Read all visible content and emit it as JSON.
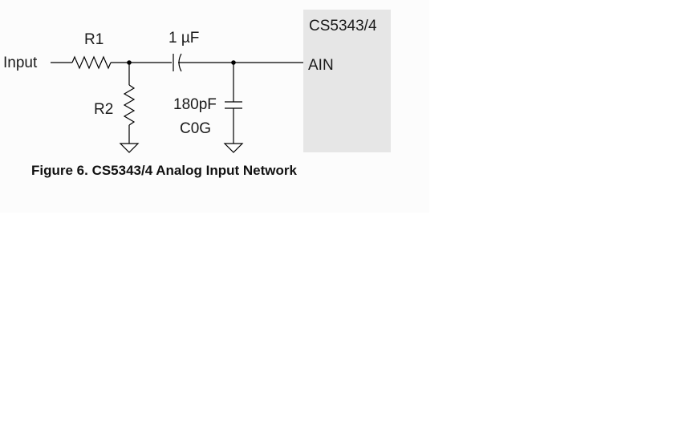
{
  "figure": {
    "caption": "Figure 6.  CS5343/4 Analog Input Network",
    "chip": {
      "name": "CS5343/4",
      "pin": "AIN",
      "fill_color": "#e6e6e6"
    },
    "labels": {
      "input": "Input",
      "r1": "R1",
      "r2": "R2",
      "c1_value": "1 µF",
      "c2_value": "180pF",
      "c2_dielectric": "C0G"
    },
    "colors": {
      "wire": "#000000",
      "background": "#fcfcfc"
    }
  }
}
